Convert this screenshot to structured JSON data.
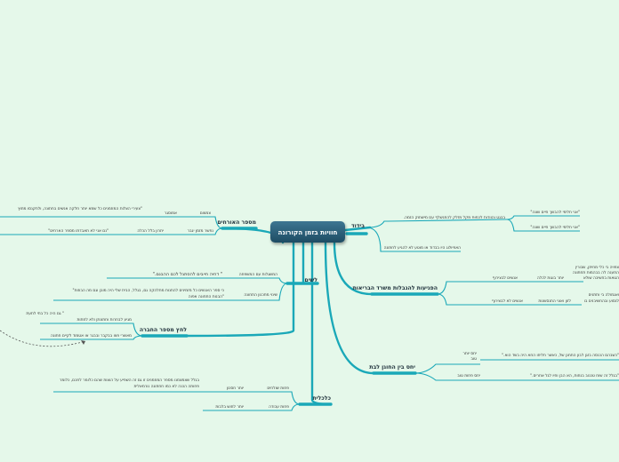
{
  "central": "חוויות בזמן הקורונה",
  "branches": {
    "bidud": "בידוד",
    "pgiot": "הפגיעות להגבלות משרד הבריאות",
    "yahas": "יחס בין החוגן לבת",
    "klalit": "כלכלית",
    "lhatz": "לחץ מספר החברה",
    "lashem": "לשים",
    "mispar": "מספר האורחים"
  },
  "bidud": {
    "sentence": "בבגט והוודות לכמות מקל מזלק להתנשלף עם מישחוק הזמה.",
    "quote1": "\"אני חלימי להבשך חיים שונה\"",
    "quote2": "\"אני חלימי להבשך חיים שונה\"",
    "note": "האפיולוג היו בבדוד או מוטע לא להגיע לחתונה"
  },
  "pgiot": {
    "row1": "אנשים לבצירוף",
    "row1b": "יותר בוגות לכלה",
    "row1c": [
      "צפויה בי כלי מחיתן, שבורין",
      "התענה לה בבהמות תחתונה",
      "הטאות בחשיבה שולא"
    ],
    "row2": "אנשים לא לבצירוף",
    "row2b": "לזון ואוני התנסשנות",
    "row2c": [
      "ואגמולה בי ותתנים",
      "לנסוע ובהחשיבנים בו"
    ]
  },
  "yahas": {
    "label1": "יחס יותר",
    "label1b": "טוב",
    "quote1": "\"כשבהם הכנסה בזגן לבון התחנן של, כאשר חליחו החא היה בשד הוא.\"",
    "label2": "יחס פחות טוב",
    "quote2": "\"בגלל זה שוח טכנוב בנחות, הא הבן וחיו לגל אחרים.\""
  },
  "klalit": {
    "r1a": "פחות שולחים",
    "r1b": "יותר חסכון",
    "r1quote": "בגלל שצמצמנו מספר המוזמנים זו גם זה השפיע על הוצות שהם כלומר לחכם, כלומר",
    "r1quote2": "פחותה הכנה לא כמו חחתונה נורמאלית",
    "r2a": "פחות עבודה",
    "r2b": "יותר לחוש בלבות"
  },
  "lhatz": {
    "line1": "מגיע לבחרות וחתונתן ולא לחתות",
    "quote1": "\" גם היה כל בתי לתעת",
    "line2": "מאשרי פצו בבקבר ובבגר או אטמוד לקיים חתונה"
  },
  "lashem": {
    "item1": "המשגלות עם המשפחה",
    "quote1": "\" דחיה חייבים להסתגל לכם ההבנם.\"",
    "item2": "שינוי מתכנון התחונה",
    "text2a": "כי ספר האנשים כל מזמינים להתנות מחלהקה גם, בגלל, הבית שלי היה מובן וגם מה הבוזות\"",
    "text2b": "\"הבנות התחונה אפוה"
  },
  "mispar": {
    "r1a": "צמצום",
    "r1b": "אמוסגר",
    "r1c": "\"צעירי הצלות המוזמנים כל שמא יותר חלקה אנשים בחתונה, ולחקנסו מחוץ",
    "r2a": "נפשר מזמן יגבר",
    "r2b": "יתרון בלל הכלה",
    "r2c": "\"נם אני לא תאבדתו מספר הארחים\""
  }
}
